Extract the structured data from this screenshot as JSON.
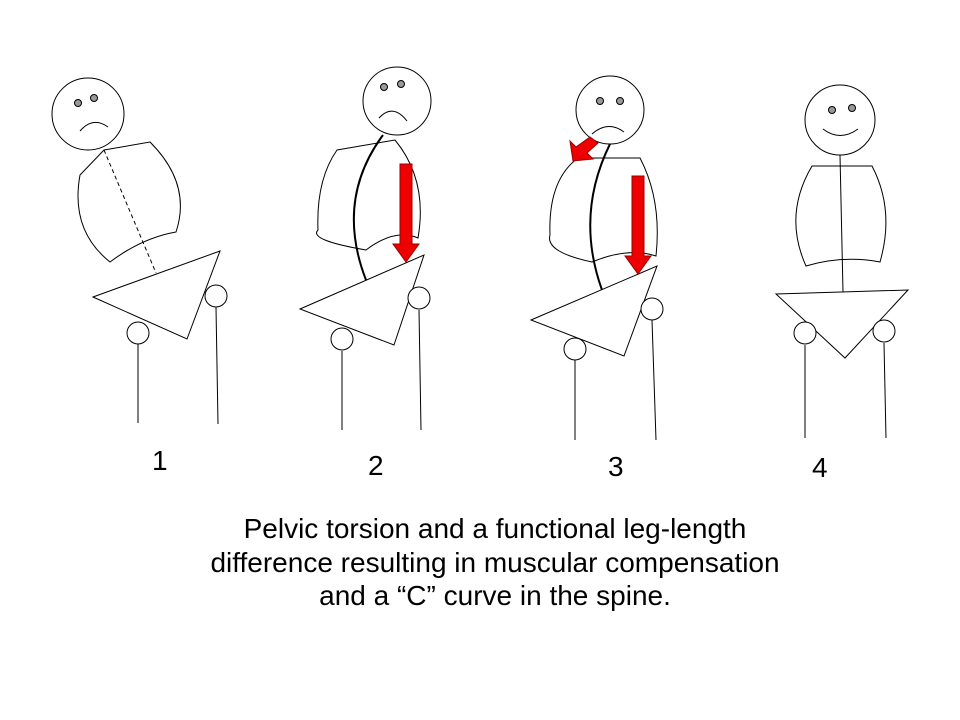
{
  "figures": [
    {
      "label": "1",
      "mood": "sad"
    },
    {
      "label": "2",
      "mood": "sad"
    },
    {
      "label": "3",
      "mood": "sad"
    },
    {
      "label": "4",
      "mood": "happy"
    }
  ],
  "caption": {
    "lines": [
      "Pelvic torsion and a functional leg-length",
      "difference resulting in muscular compensation",
      "and a “C” curve in the spine."
    ]
  },
  "colors": {
    "arrow": "#ee0000",
    "line": "#000000",
    "eye": "#999999"
  }
}
